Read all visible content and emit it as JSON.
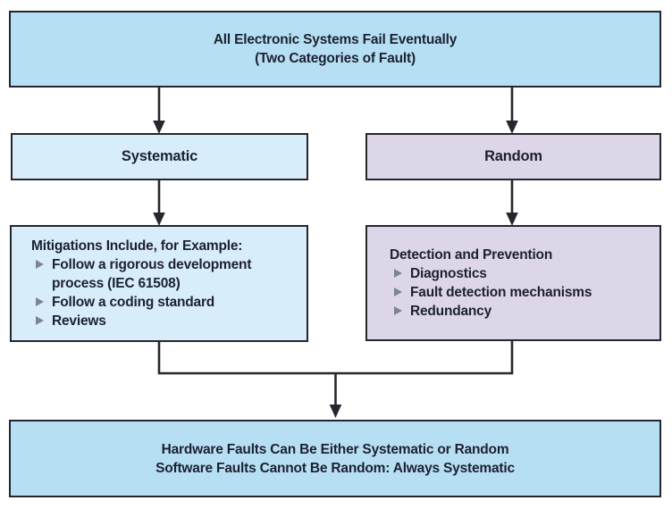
{
  "diagram": {
    "top_box": {
      "line1": "All Electronic Systems Fail Eventually",
      "line2": "(Two Categories of Fault)"
    },
    "systematic_box": {
      "label": "Systematic"
    },
    "random_box": {
      "label": "Random"
    },
    "systematic_detail": {
      "title": "Mitigations Include, for Example:",
      "bullets": [
        "Follow a rigorous development process (IEC 61508)",
        "Follow a coding standard",
        "Reviews"
      ]
    },
    "random_detail": {
      "title": "Detection and Prevention",
      "bullets": [
        "Diagnostics",
        "Fault detection mechanisms",
        "Redundancy"
      ]
    },
    "bottom_box": {
      "line1": "Hardware Faults Can Be Either Systematic or Random",
      "line2": "Software Faults Cannot Be Random: Always Systematic"
    },
    "colors": {
      "box_blue": "#b7dff3",
      "box_blue_light": "#d8edfa",
      "box_purple": "#ddd5e8",
      "border": "#26262e",
      "text": "#1c2130",
      "bullet": "#7e8498"
    }
  }
}
